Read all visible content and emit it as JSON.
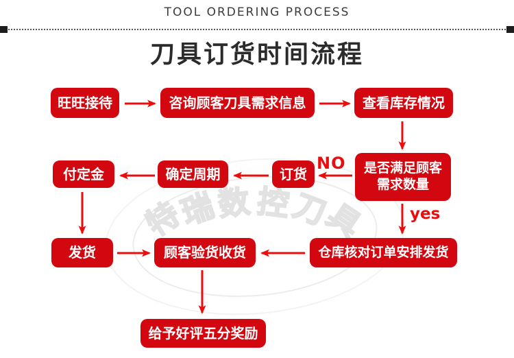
{
  "header": {
    "eyebrow": "TOOL ORDERING PROCESS",
    "title": "刀具订货时间流程"
  },
  "watermark": {
    "text": "特瑞数控刀具"
  },
  "colors": {
    "box_red": "#d2070f",
    "arrow_red": "#ea0d0d",
    "title_black": "#2b2b2b"
  },
  "flow": {
    "nodes": [
      {
        "id": "reception",
        "label": "旺旺接待"
      },
      {
        "id": "inquiry",
        "label": "咨询顾客刀具需求信息"
      },
      {
        "id": "check-stock",
        "label": "查看库存情况"
      },
      {
        "id": "decision",
        "label": "是否满足顾客需求数量"
      },
      {
        "id": "order",
        "label": "订货"
      },
      {
        "id": "confirm-cycle",
        "label": "确定周期"
      },
      {
        "id": "pay-deposit",
        "label": "付定金"
      },
      {
        "id": "ship",
        "label": "发货"
      },
      {
        "id": "customer-receive",
        "label": "顾客验货收货"
      },
      {
        "id": "warehouse",
        "label": "仓库核对订单安排发货"
      },
      {
        "id": "reward",
        "label": "给予好评五分奖励"
      }
    ],
    "branch_labels": {
      "no": "NO",
      "yes": "yes"
    }
  }
}
